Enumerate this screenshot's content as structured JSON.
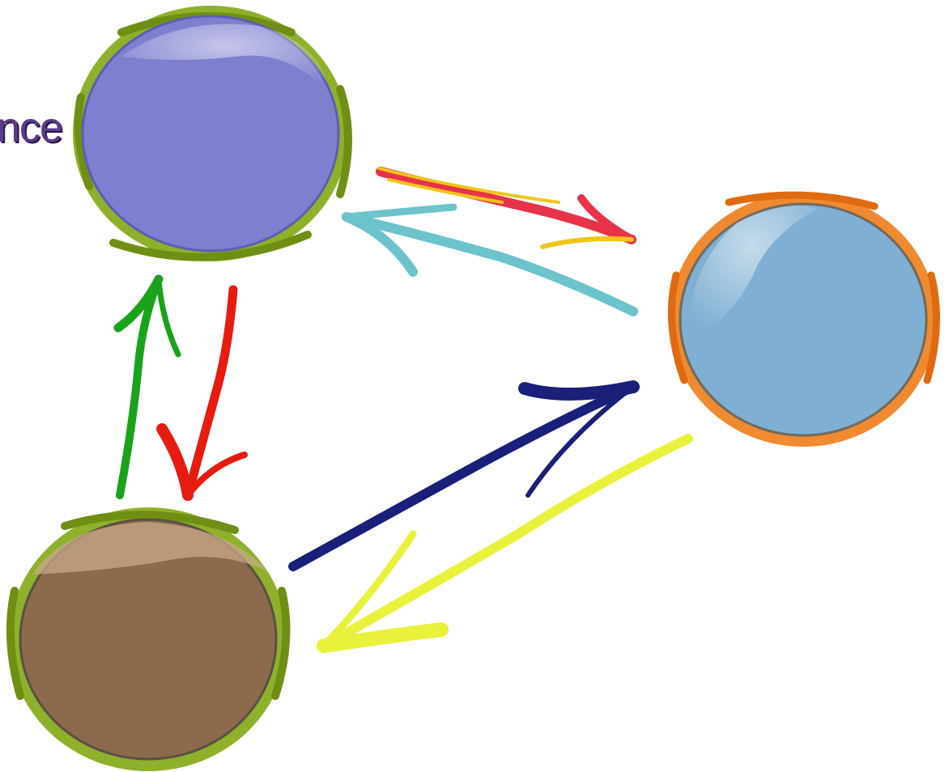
{
  "label": {
    "partial_text": "nce",
    "color": "#5b3a8a"
  },
  "nodes": [
    {
      "id": "top-left",
      "fill": "#7f7fd0",
      "rim": "#8fb02a"
    },
    {
      "id": "right",
      "fill": "#7fb0d3",
      "rim": "#f08a30"
    },
    {
      "id": "bottom-left",
      "fill": "#8c6a4c",
      "rim": "#8fb02a"
    }
  ],
  "arrows": [
    {
      "id": "top-left-to-right",
      "color": "#e8324a",
      "accent": "#f2c418"
    },
    {
      "id": "right-to-top-left",
      "color": "#6cc3cc"
    },
    {
      "id": "bottom-left-to-top-left",
      "color": "#19a31b"
    },
    {
      "id": "top-left-to-bottom-left",
      "color": "#e61c10"
    },
    {
      "id": "bottom-left-to-right",
      "color": "#1a1f7a"
    },
    {
      "id": "right-to-bottom-left",
      "color": "#e9f23a"
    }
  ]
}
